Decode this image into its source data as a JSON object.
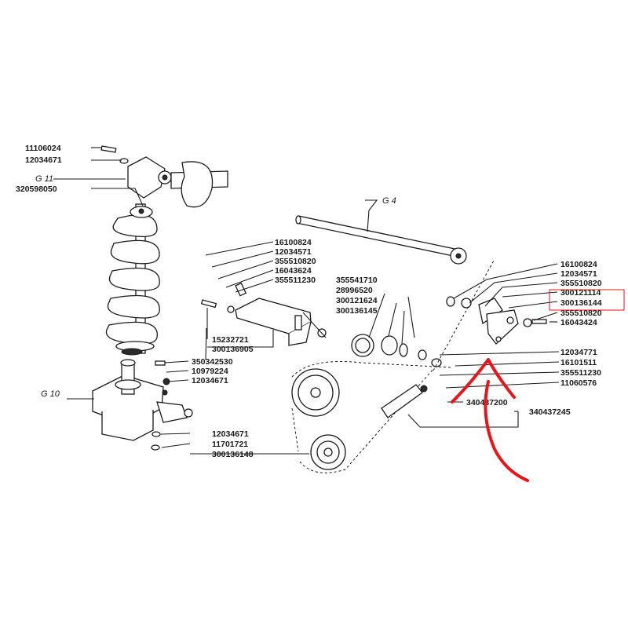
{
  "labels": {
    "l01": "11106024",
    "l02": "12034671",
    "g11": "G 11",
    "l03": "320598050",
    "g4": "G 4",
    "l04": "16100824",
    "l05": "12034571",
    "l06": "355510820",
    "l07": "16043624",
    "l08": "355511230",
    "l09": "355541710",
    "l10": "28996520",
    "l11": "300121624",
    "l12": "300136145",
    "l13": "15232721",
    "l14": "300136905",
    "l15": "350342530",
    "l16": "10979224",
    "l17": "12034671",
    "g10": "G 10",
    "l18": "12034671",
    "l19": "11701721",
    "l20": "300136148",
    "r01": "16100824",
    "r02": "12034571",
    "r03": "355510820",
    "r04": "300121114",
    "r05": "300136144",
    "r06": "355510820",
    "r07": "16043424",
    "r08": "12034771",
    "r09": "16101511",
    "r10": "355511230",
    "r11": "11060576",
    "r12": "340437200",
    "r13": "340437245"
  },
  "annotation_color": "#e8151b",
  "highlight_box_color": "#e8151b"
}
